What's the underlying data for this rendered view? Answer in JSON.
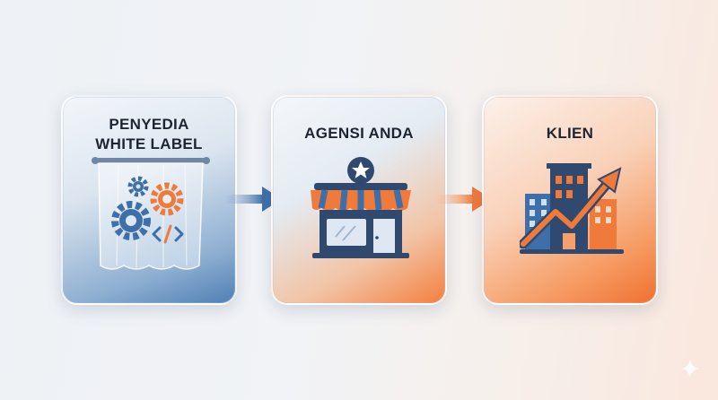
{
  "steps": [
    {
      "title_line1": "PENYEDIA",
      "title_line2": "WHITE LABEL",
      "icon": "curtain-gears-code-icon"
    },
    {
      "title": "AGENSI ANDA",
      "icon": "storefront-star-icon"
    },
    {
      "title": "KLIEN",
      "icon": "buildings-growth-arrow-icon"
    }
  ],
  "colors": {
    "blue": "#3f6fa8",
    "dark_blue": "#2f4a6e",
    "orange": "#f07a3a"
  }
}
